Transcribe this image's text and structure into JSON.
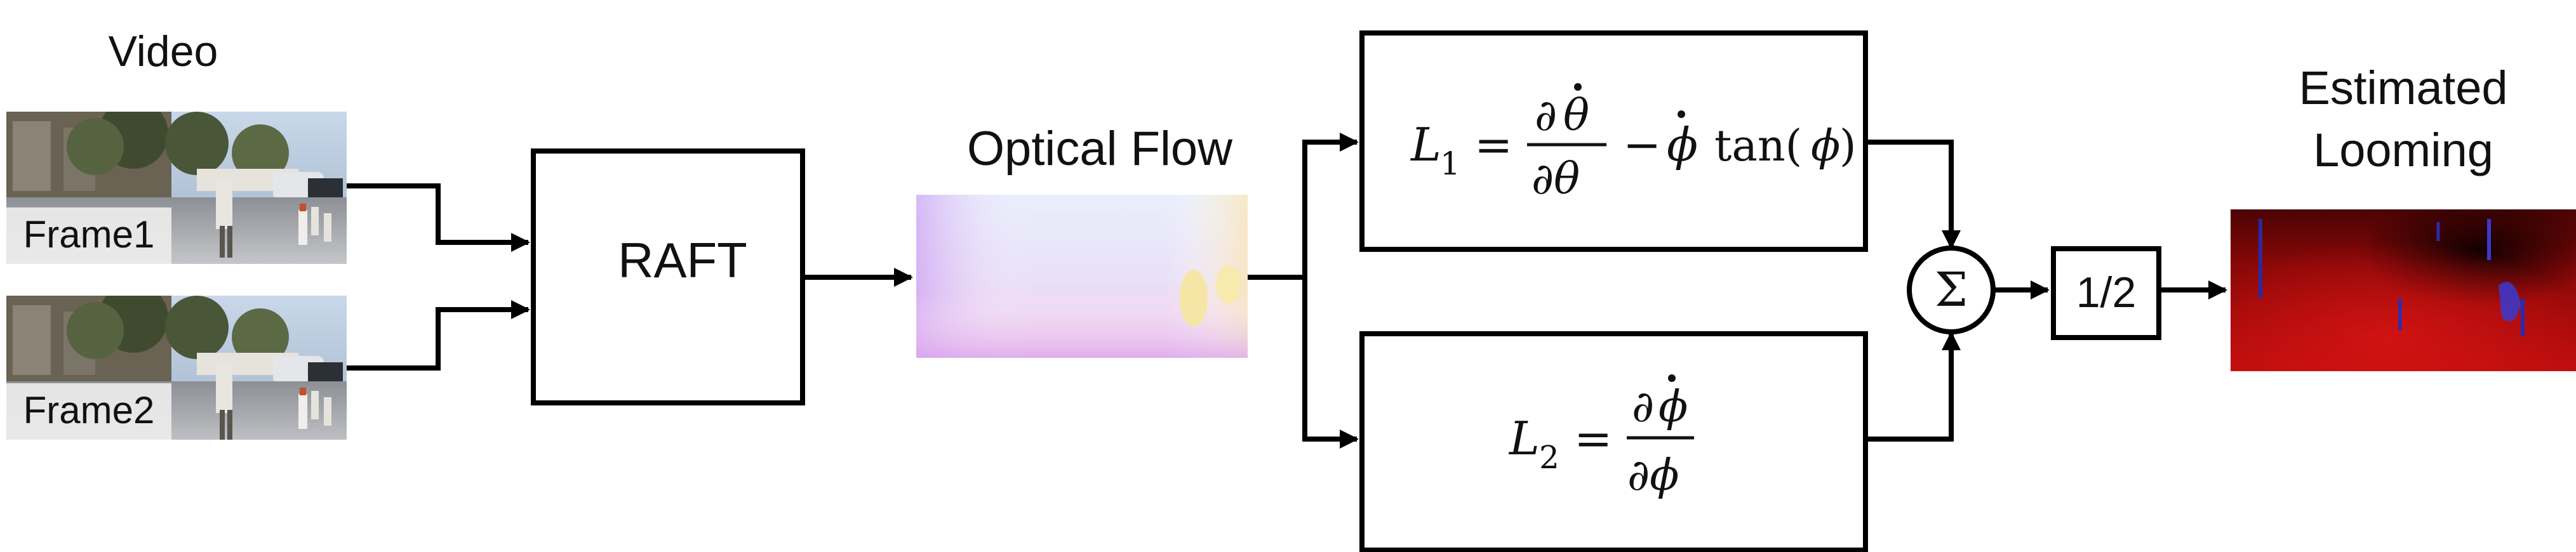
{
  "inputs": {
    "title": "Video",
    "frames": [
      {
        "label": "Frame1"
      },
      {
        "label": "Frame2"
      }
    ]
  },
  "raft": {
    "label": "RAFT"
  },
  "optical_flow": {
    "title": "Optical Flow"
  },
  "equations": {
    "l1": {
      "lhs": "L",
      "sub": "1",
      "eq": "=",
      "num_d": "∂",
      "num_var": "θ",
      "den": "∂θ",
      "minus": "−",
      "phi": "ϕ",
      "tan": "tan(",
      "tan_arg": "ϕ",
      "close": ")"
    },
    "l2": {
      "lhs": "L",
      "sub": "2",
      "eq": "=",
      "num_d": "∂",
      "num_var": "ϕ",
      "den": "∂ϕ"
    }
  },
  "sum": {
    "symbol": "Σ"
  },
  "half": {
    "label": "1/2"
  },
  "output": {
    "title_line1": "Estimated",
    "title_line2": "Looming"
  },
  "colors": {
    "line": "#000000",
    "flow_top": "#e6ecfb",
    "flow_bottom": "#e8b8f0",
    "looming_red": "#b80a0a",
    "looming_dark": "#220000"
  }
}
